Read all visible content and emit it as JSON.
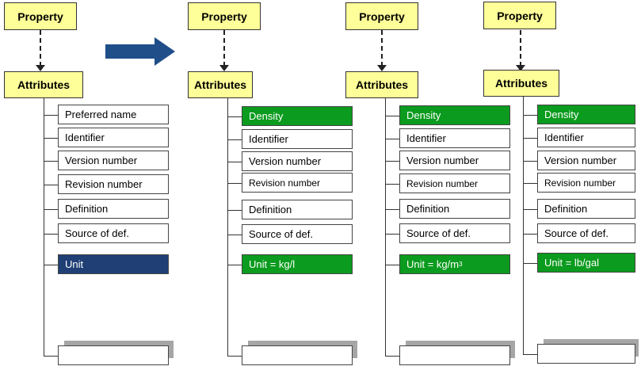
{
  "columns": [
    {
      "property": "Property",
      "attributes": "Attributes",
      "items": [
        "Preferred name",
        "Identifier",
        "Version number",
        "Revision number",
        "Definition",
        "Source of def.",
        "Unit"
      ]
    },
    {
      "property": "Property",
      "attributes": "Attributes",
      "items": [
        "Density",
        "Identifier",
        "Version number",
        "Revision number",
        "Definition",
        "Source of def.",
        "Unit = kg/l"
      ]
    },
    {
      "property": "Property",
      "attributes": "Attributes",
      "items": [
        "Density",
        "Identifier",
        "Version number",
        "Revision number",
        "Definition",
        "Source of def.",
        "Unit = kg/m"
      ],
      "unit_superscript": "3"
    },
    {
      "property": "Property",
      "attributes": "Attributes",
      "items": [
        "Density",
        "Identifier",
        "Version number",
        "Revision number",
        "Definition",
        "Source of def.",
        "Unit = lb/gal"
      ]
    }
  ],
  "colors": {
    "yellow_box": "#ffff99",
    "highlight_green": "#0b9b1e",
    "unit_blue": "#1f3f75",
    "arrow_blue": "#1f4e89"
  }
}
